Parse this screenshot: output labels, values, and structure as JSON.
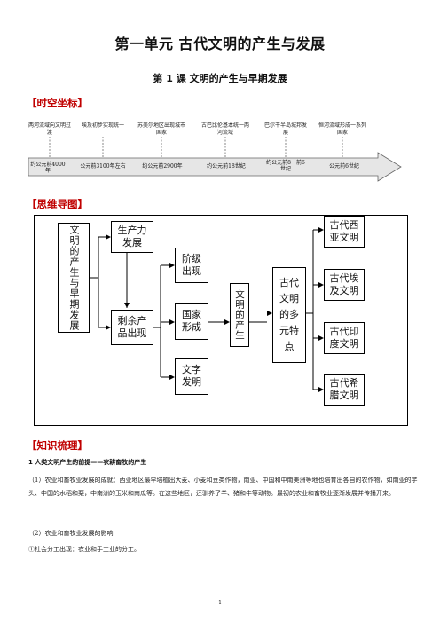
{
  "header": {
    "unit_title": "第一单元  古代文明的产生与发展",
    "lesson_title": "第 1 课    文明的产生与早期发展"
  },
  "sections": {
    "timeline": "【时空坐标】",
    "mindmap": "【思维导图】",
    "knowledge": "【知识梳理】"
  },
  "timeline": {
    "events": [
      "两河流域向文明过渡",
      "埃及初步实现统一",
      "苏美尔地区出现城市国家",
      "古巴比伦基本统一两河流域",
      "巴尔干半岛城邦发展",
      "恒河流域形成一系列国家"
    ],
    "dates": [
      "约公元前4000年",
      "公元前3100年左右",
      "约公元前2900年",
      "约公元前18世纪",
      "约公元前8－前6世纪",
      "公元前6世纪"
    ]
  },
  "mindmap": {
    "root": "文明的产生与早期发展",
    "productivity": "生产力发展",
    "surplus": "剩余产品出现",
    "classes": "阶级出现",
    "state": "国家形成",
    "writing": "文字发明",
    "origin": "文明的产生",
    "features": "古代文明的多元特点",
    "west_asia": "古代西亚文明",
    "egypt": "古代埃及文明",
    "india": "古代印度文明",
    "greece": "古代希腊文明"
  },
  "knowledge": {
    "heading1": "1  人类文明产生的前提——农耕畜牧的产生",
    "p1": "（1）农业和畜牧业发展的成就：西亚地区最早培植出大麦、小麦和豆类作物，南亚、中国和中南美洲等地也培育出各自的农作物，如南亚的芋头、中国的水稻和粟，中南洲的玉米和南瓜等。在这些地区，还驯养了羊、猪和牛等动物。最初的农业和畜牧业逐渐发展并传播开来。",
    "p2": "（2）农业和畜牧业发展的影响",
    "p3": "①社会分工出现：农业和手工业的分工。"
  },
  "page_number": "1"
}
